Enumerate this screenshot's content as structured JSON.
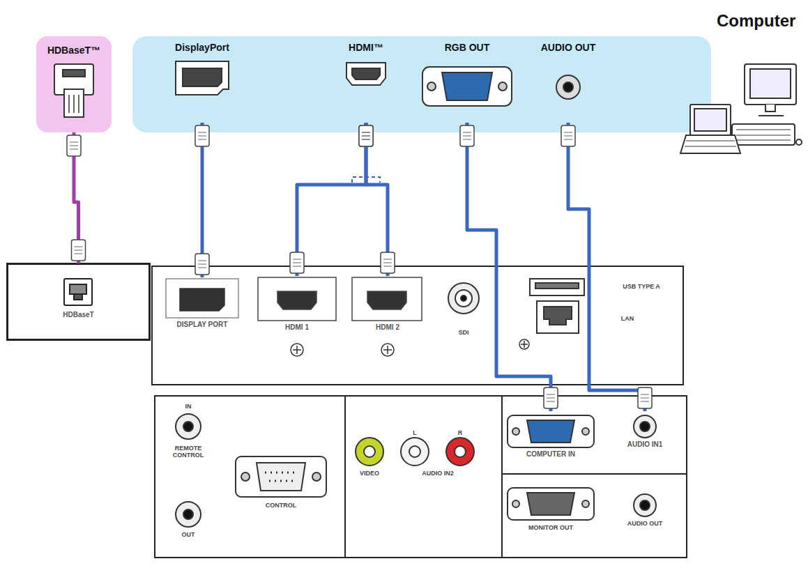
{
  "diagram": {
    "nodes": [
      {
        "text": [
          "Computer"
        ]
      },
      {
        "text": [
          "HDBaseT™"
        ]
      },
      {
        "text": [
          "DisplayPort"
        ],
        "in": 0
      },
      {
        "text": [
          "HDMI™"
        ],
        "in": 0
      },
      {
        "text": [
          "RGB OUT"
        ],
        "in": 0
      },
      {
        "text": [
          "AUDIO OUT"
        ],
        "in": 0
      },
      {
        "text": [
          "HDBaseT"
        ]
      },
      {
        "text": [
          "DISPLAY PORT"
        ]
      },
      {
        "text": [
          "HDMI 1"
        ]
      },
      {
        "text": [
          "HDMI 2"
        ]
      },
      {
        "text": [
          "COMPUTER IN"
        ]
      },
      {
        "text": [
          "AUDIO IN1"
        ]
      }
    ],
    "edges": [
      {
        "from": 1,
        "to": 6,
        "arrow": "none"
      },
      {
        "from": 2,
        "to": 7,
        "arrow": "none"
      },
      {
        "from": 3,
        "to": 8,
        "arrow": "none"
      },
      {
        "from": 3,
        "to": 9,
        "arrow": "none"
      },
      {
        "from": 4,
        "to": 10,
        "arrow": "none"
      },
      {
        "from": 5,
        "to": 11,
        "arrow": "none"
      }
    ],
    "labels": [
      "SDI",
      "USB TYPE A",
      "LAN",
      "IN",
      "REMOTE CONTROL",
      "OUT",
      "CONTROL",
      "L",
      "R",
      "VIDEO",
      "AUDIO IN2",
      "MONITOR OUT",
      "AUDIO OUT"
    ]
  }
}
